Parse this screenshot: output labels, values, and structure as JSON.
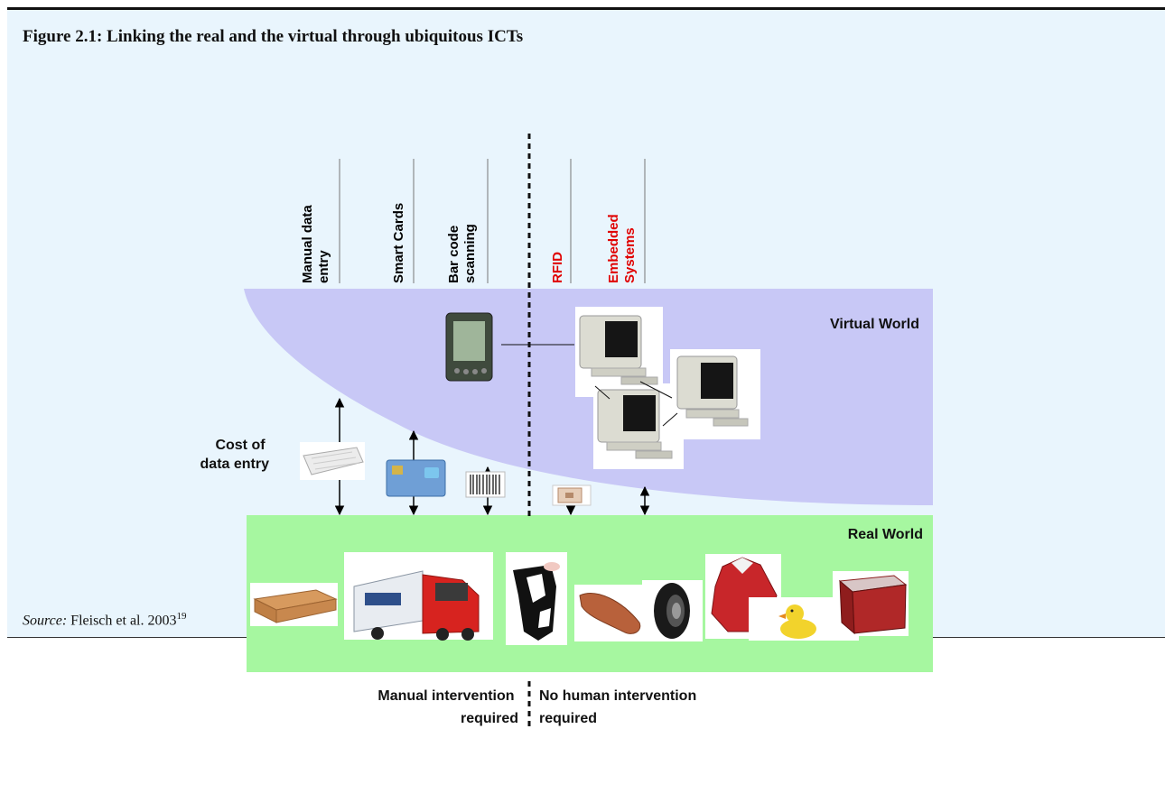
{
  "figure": {
    "title": "Figure 2.1:  Linking the real and the virtual through ubiquitous ICTs",
    "source_label": "Source:",
    "source_text": " Fleisch et al. 2003",
    "source_ref": "19"
  },
  "diagram": {
    "virtual_world_label": "Virtual World",
    "real_world_label": "Real World",
    "cost_label_line1": "Cost of",
    "cost_label_line2": "data entry",
    "technologies": [
      {
        "line1": "Manual data",
        "line2": "entry",
        "color": "#000000"
      },
      {
        "line1": "Smart Cards",
        "line2": "",
        "color": "#000000"
      },
      {
        "line1": "Bar code",
        "line2": "scanning",
        "color": "#000000"
      },
      {
        "line1": "RFID",
        "line2": "",
        "color": "#e00000"
      },
      {
        "line1": "Embedded",
        "line2": "Systems",
        "color": "#e00000"
      }
    ],
    "manual_line1": "Manual intervention",
    "manual_line2": "required",
    "no_human_line1": "No human intervention",
    "no_human_line2": "required",
    "colors": {
      "background": "#e9f5fd",
      "virtual_world": "#c8c8f6",
      "real_world": "#a6f7a0",
      "highlight_text": "#e00000"
    }
  }
}
